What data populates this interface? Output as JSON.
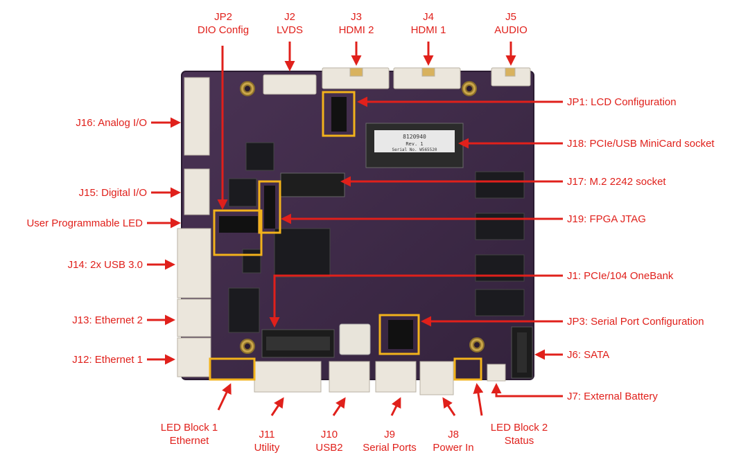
{
  "colors": {
    "label": "#e0201b",
    "highlight": "#f2b21b",
    "board": "#3f2a48",
    "connector": "#e9e4db"
  },
  "board_silkscreen": {
    "part_number": "8120940",
    "revision": "Rev. 1",
    "serial": "Serial No. W565520"
  },
  "labels": {
    "jp2": {
      "line1": "JP2",
      "line2": "DIO Config"
    },
    "j2": {
      "line1": "J2",
      "line2": "LVDS"
    },
    "j3": {
      "line1": "J3",
      "line2": "HDMI 2"
    },
    "j4": {
      "line1": "J4",
      "line2": "HDMI 1"
    },
    "j5": {
      "line1": "J5",
      "line2": "AUDIO"
    },
    "j16": "J16: Analog I/O",
    "j15": "J15: Digital I/O",
    "user_led": "User Programmable LED",
    "j14": "J14: 2x USB 3.0",
    "j13": "J13: Ethernet 2",
    "j12": "J12: Ethernet 1",
    "jp1": "JP1: LCD Configuration",
    "j18": "J18: PCIe/USB MiniCard socket",
    "j17": "J17: M.2 2242 socket",
    "j19": "J19: FPGA JTAG",
    "j1": "J1: PCIe/104 OneBank",
    "jp3": "JP3: Serial Port Configuration",
    "j6": "J6: SATA",
    "j7": "J7: External Battery",
    "led1": {
      "line1": "LED Block 1",
      "line2": "Ethernet"
    },
    "j11": {
      "line1": "J11",
      "line2": "Utility"
    },
    "j10": {
      "line1": "J10",
      "line2": "USB2"
    },
    "j9": {
      "line1": "J9",
      "line2": "Serial Ports"
    },
    "j8": {
      "line1": "J8",
      "line2": "Power In"
    },
    "led2": {
      "line1": "LED Block 2",
      "line2": "Status"
    }
  }
}
